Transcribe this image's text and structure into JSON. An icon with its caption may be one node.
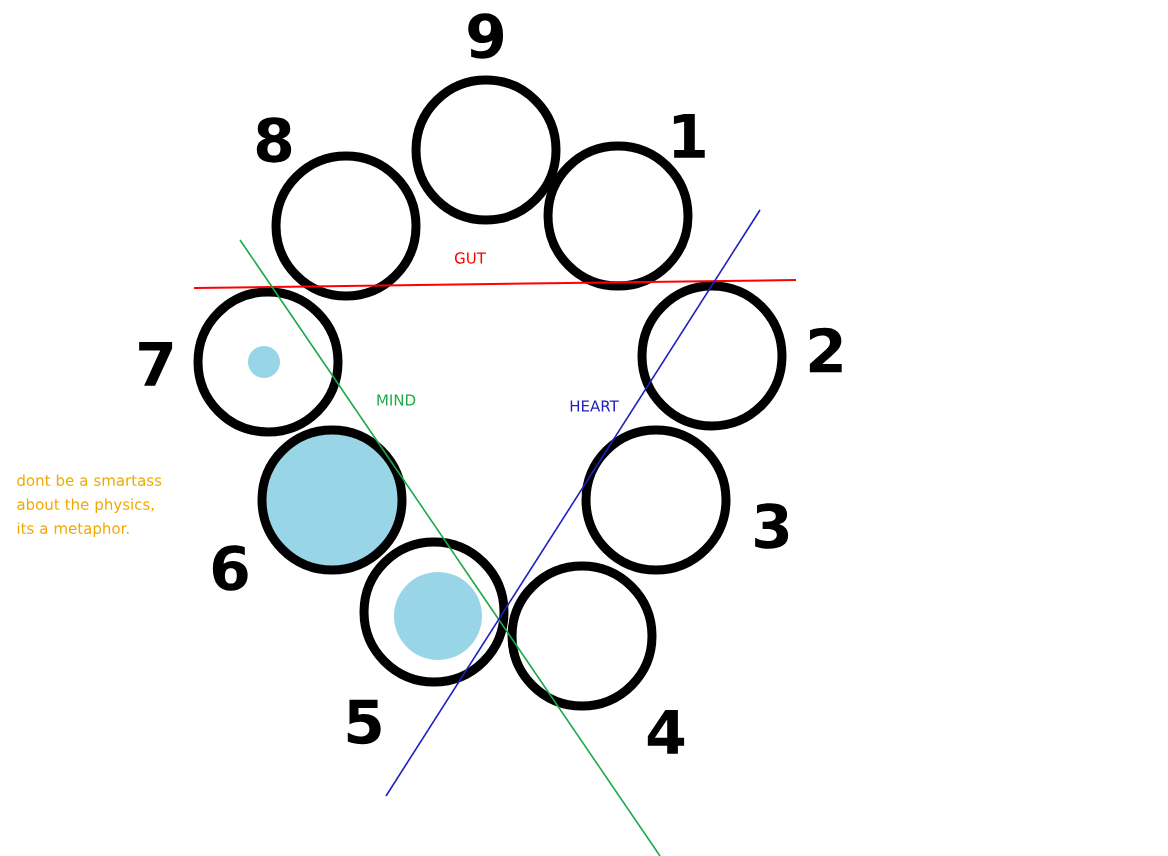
{
  "diagram": {
    "nodes": [
      {
        "text": [],
        "shape": "circle",
        "beside": [
          "9"
        ]
      },
      {
        "text": [],
        "shape": "circle",
        "beside": [
          "1"
        ]
      },
      {
        "text": [],
        "shape": "circle",
        "beside": [
          "8"
        ]
      },
      {
        "text": [],
        "shape": "circle",
        "beside": [
          "2"
        ]
      },
      {
        "text": [],
        "shape": "circle",
        "beside": [
          "7"
        ]
      },
      {
        "text": [],
        "shape": "circle",
        "beside": [
          "3"
        ]
      },
      {
        "text": [],
        "shape": "circle",
        "beside": [
          "6"
        ]
      },
      {
        "text": [],
        "shape": "circle",
        "beside": [
          "5"
        ]
      },
      {
        "text": [],
        "shape": "circle",
        "beside": [
          "4"
        ]
      }
    ],
    "labels": [
      "GUT",
      "MIND",
      "HEART",
      "dont be a smartass about the physics, its a metaphor."
    ]
  }
}
